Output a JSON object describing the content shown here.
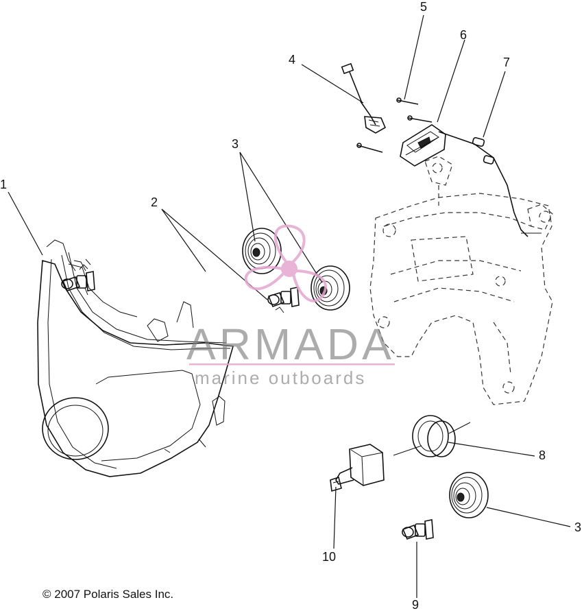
{
  "callouts": {
    "c1": "1",
    "c2": "2",
    "c3a": "3",
    "c3b": "3",
    "c4": "4",
    "c5": "5",
    "c6": "6",
    "c7": "7",
    "c8": "8",
    "c9": "9",
    "c10": "10"
  },
  "watermark": {
    "brand": "ARMADA",
    "tagline": "marine outboards"
  },
  "copyright": "© 2007 Polaris Sales Inc.",
  "colors": {
    "ink": "#111111",
    "watermark_pink": "#e4a6cf",
    "watermark_gray": "#7d7d7d"
  }
}
